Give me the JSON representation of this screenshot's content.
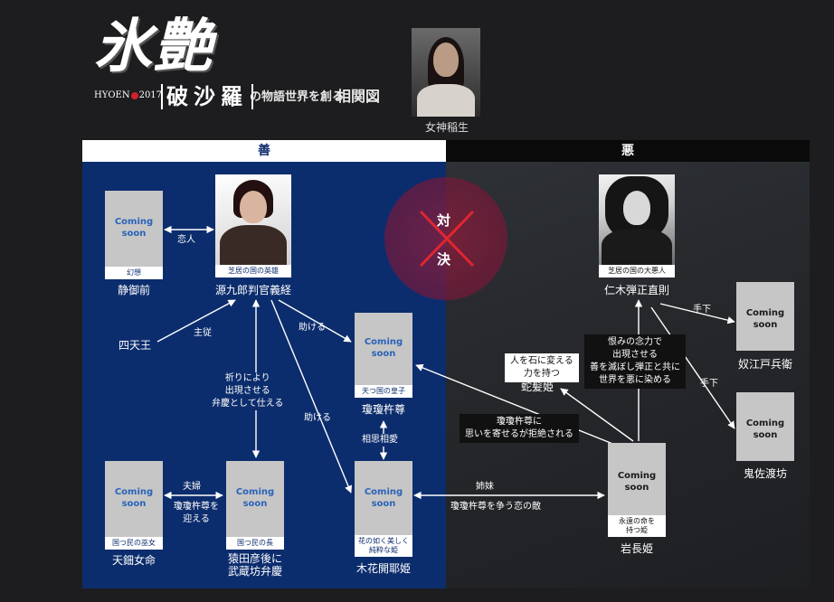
{
  "header": {
    "logo_main": "氷艶",
    "logo_small_left": "HYOEN",
    "logo_small_right": "2017",
    "logo_sub": "破沙羅",
    "tagline": "の物語世界を創る",
    "title": "相関図"
  },
  "goddess": {
    "name": "女神稲生"
  },
  "sides": {
    "good": "善",
    "evil": "悪"
  },
  "versus": {
    "top": "対",
    "bottom": "決"
  },
  "placeholder": "Coming soon",
  "characters": {
    "shizuka": {
      "caption": "幻想",
      "name": "静御前"
    },
    "yoshitsune": {
      "caption": "芝居の国の英雄",
      "name": "源九郎判官義経"
    },
    "shitenno": {
      "name": "四天王"
    },
    "ninigi": {
      "caption": "天つ国の皇子",
      "name": "瓊瓊杵尊"
    },
    "uzume": {
      "caption": "国つ民の巫女",
      "name": "天鈿女命"
    },
    "sarutahiko": {
      "caption": "国つ民の長",
      "name": "猿田彦後に\n武蔵坊弁慶"
    },
    "konohana": {
      "caption": "花の如く美しく\n純粋な姫",
      "name": "木花開耶姫"
    },
    "niki": {
      "caption": "芝居の国の大悪人",
      "name": "仁木弾正直則"
    },
    "yakko": {
      "name": "奴江戸兵衛"
    },
    "kisa": {
      "name": "鬼佐渡坊"
    },
    "jagami": {
      "name": "蛇髪姫"
    },
    "iwanaga": {
      "caption": "永遠の命を\n持つ姫",
      "name": "岩長姫"
    }
  },
  "relations": {
    "lovers": "恋人",
    "master_servant": "主従",
    "help_1": "助ける",
    "help_2": "助ける",
    "benkei": "祈りにより\n出現させる\n弁慶として仕える",
    "mutual_love": "相思相愛",
    "couple": "夫婦",
    "welcome": "瓊瓊杵尊を\n迎える",
    "sisters": "姉妹",
    "rival": "瓊瓊杵尊を争う恋の敵",
    "rejected": "瓊瓊杵尊に\n思いを寄せるが拒絶される",
    "grudge": "恨みの念力で\n出現させる\n善を滅ぼし弾正と共に\n世界を悪に染める",
    "stone": "人を石に変える\n力を持つ",
    "henchman_1": "手下",
    "henchman_2": "手下"
  }
}
